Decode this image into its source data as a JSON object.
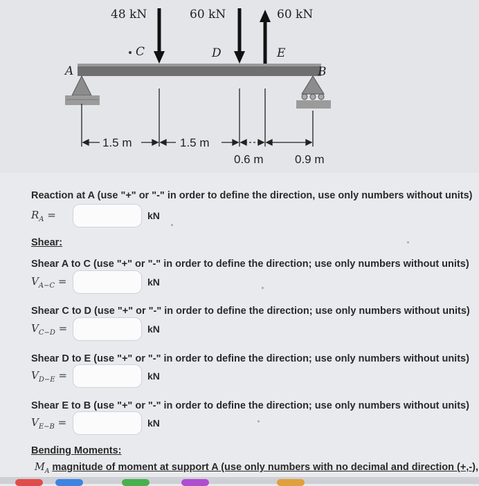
{
  "diagram": {
    "loads": [
      {
        "value": "48 kN",
        "dir": "down"
      },
      {
        "value": "60 kN",
        "dir": "down"
      },
      {
        "value": "60 kN",
        "dir": "up"
      }
    ],
    "points": {
      "A": "A",
      "B": "B",
      "C": "C",
      "D": "D",
      "E": "E"
    },
    "dims": [
      "1.5 m",
      "1.5 m",
      "0.6 m",
      "0.9 m"
    ]
  },
  "reaction": {
    "prompt": "Reaction at A (use \"+\" or \"-\" in order to define the direction, use only numbers without units)",
    "symbol": "R",
    "sub": "A",
    "unit": "kN"
  },
  "shear": {
    "heading": "Shear:",
    "items": [
      {
        "prompt": "Shear A to C (use \"+\" or \"-\" in order to define the direction; use only numbers without units)",
        "symbol": "V",
        "sub": "A−C",
        "unit": "kN"
      },
      {
        "prompt": "Shear C to D  (use \"+\" or \"-\" in order to define the direction; use only numbers without units)",
        "symbol": "V",
        "sub": "C−D",
        "unit": "kN"
      },
      {
        "prompt": "Shear D to E  (use \"+\" or \"-\" in order to define the direction; use only numbers without units)",
        "symbol": "V",
        "sub": "D−E",
        "unit": "kN"
      },
      {
        "prompt": "Shear E to B  (use \"+\" or \"-\" in order to define the direction; use only numbers without units)",
        "symbol": "V",
        "sub": "E−B",
        "unit": "kN"
      }
    ]
  },
  "moments": {
    "heading": "Bending Moments:",
    "symbol": "M",
    "sub": "A",
    "prompt": "magnitude of moment at support A (use only numbers with no decimal and direction (+,-),"
  },
  "colors": {
    "beam": "#6f6f6f",
    "support": "#8c8c8c",
    "accent": "#1a73e8"
  }
}
